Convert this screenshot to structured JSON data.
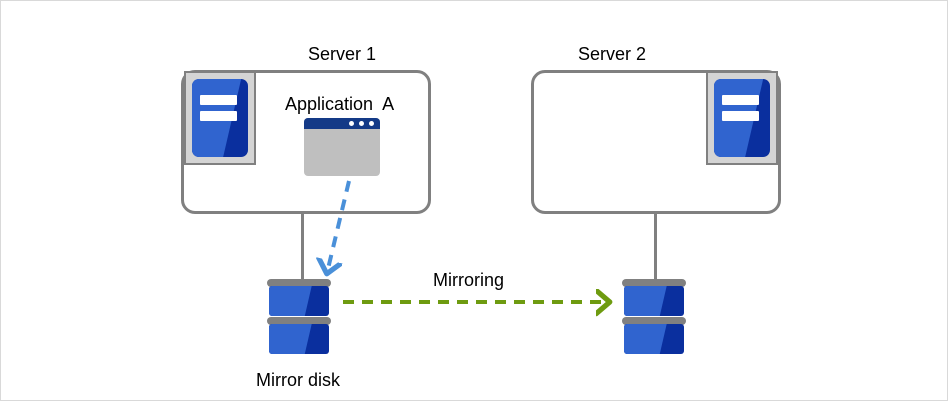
{
  "diagram": {
    "title_server1": "Server 1",
    "title_server2": "Server 2",
    "application_label": "Application  A",
    "mirroring_label": "Mirroring",
    "mirror_disk_label": "Mirror disk",
    "colors": {
      "frame_border": "#d9d9d9",
      "box_border": "#808080",
      "server_icon_plate": "#d4d4d4",
      "blue_dark": "#0a2f9e",
      "blue_light": "#3064cf",
      "app_titlebar": "#143a87",
      "app_body": "#bfbfbf",
      "write_arrow": "#4a90d9",
      "mirror_arrow": "#6e9b10",
      "text": "#000000"
    }
  }
}
